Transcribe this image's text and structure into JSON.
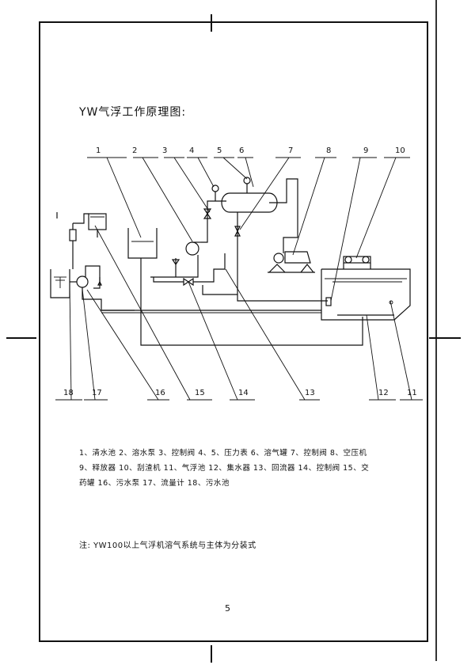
{
  "title": "YW气浮工作原理图:",
  "callouts": {
    "top": [
      "1",
      "2",
      "3",
      "4",
      "5",
      "6",
      "7",
      "8",
      "9",
      "10"
    ],
    "bottom": [
      "18",
      "17",
      "16",
      "15",
      "14",
      "13",
      "12",
      "11"
    ]
  },
  "legend": [
    "1、清水池  2、溶水泵  3、控制阀  4、5、压力表  6、溶气罐  7、控制阀  8、空压机",
    "9、释放器  10、刮渣机  11、气浮池  12、集水器  13、回流器  14、控制阀  15、交",
    "药罐  16、污水泵  17、流量计  18、污水池"
  ],
  "note": "注: YW100以上气浮机溶气系统与主体为分装式",
  "page_number": "5"
}
